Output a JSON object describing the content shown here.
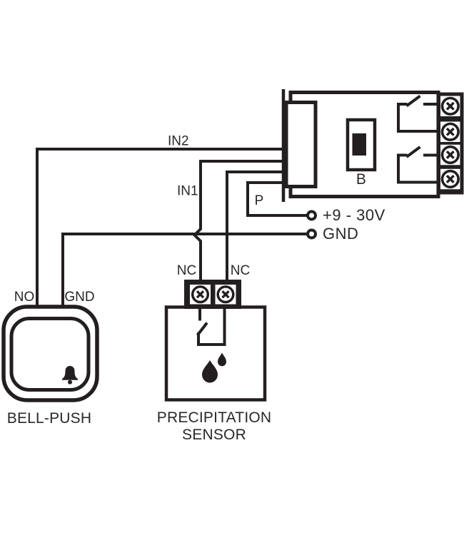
{
  "colors": {
    "ink": "#231f20",
    "background": "#ffffff",
    "text": "#2b2728"
  },
  "controller": {
    "button_label": "B",
    "input_labels": {
      "in2": "IN2",
      "in1": "IN1",
      "p": "P"
    },
    "power_terminal_label": "+9 - 30V",
    "ground_terminal_label": "GND",
    "screw_terminal_count": 4,
    "relay_count": 2
  },
  "bell_push": {
    "name": "BELL-PUSH",
    "terminal_labels": {
      "no": "NO",
      "gnd": "GND"
    }
  },
  "precipitation_sensor": {
    "name_line1": "PRECIPITATION",
    "name_line2": "SENSOR",
    "terminal_labels": {
      "left": "NC",
      "right": "NC"
    }
  }
}
